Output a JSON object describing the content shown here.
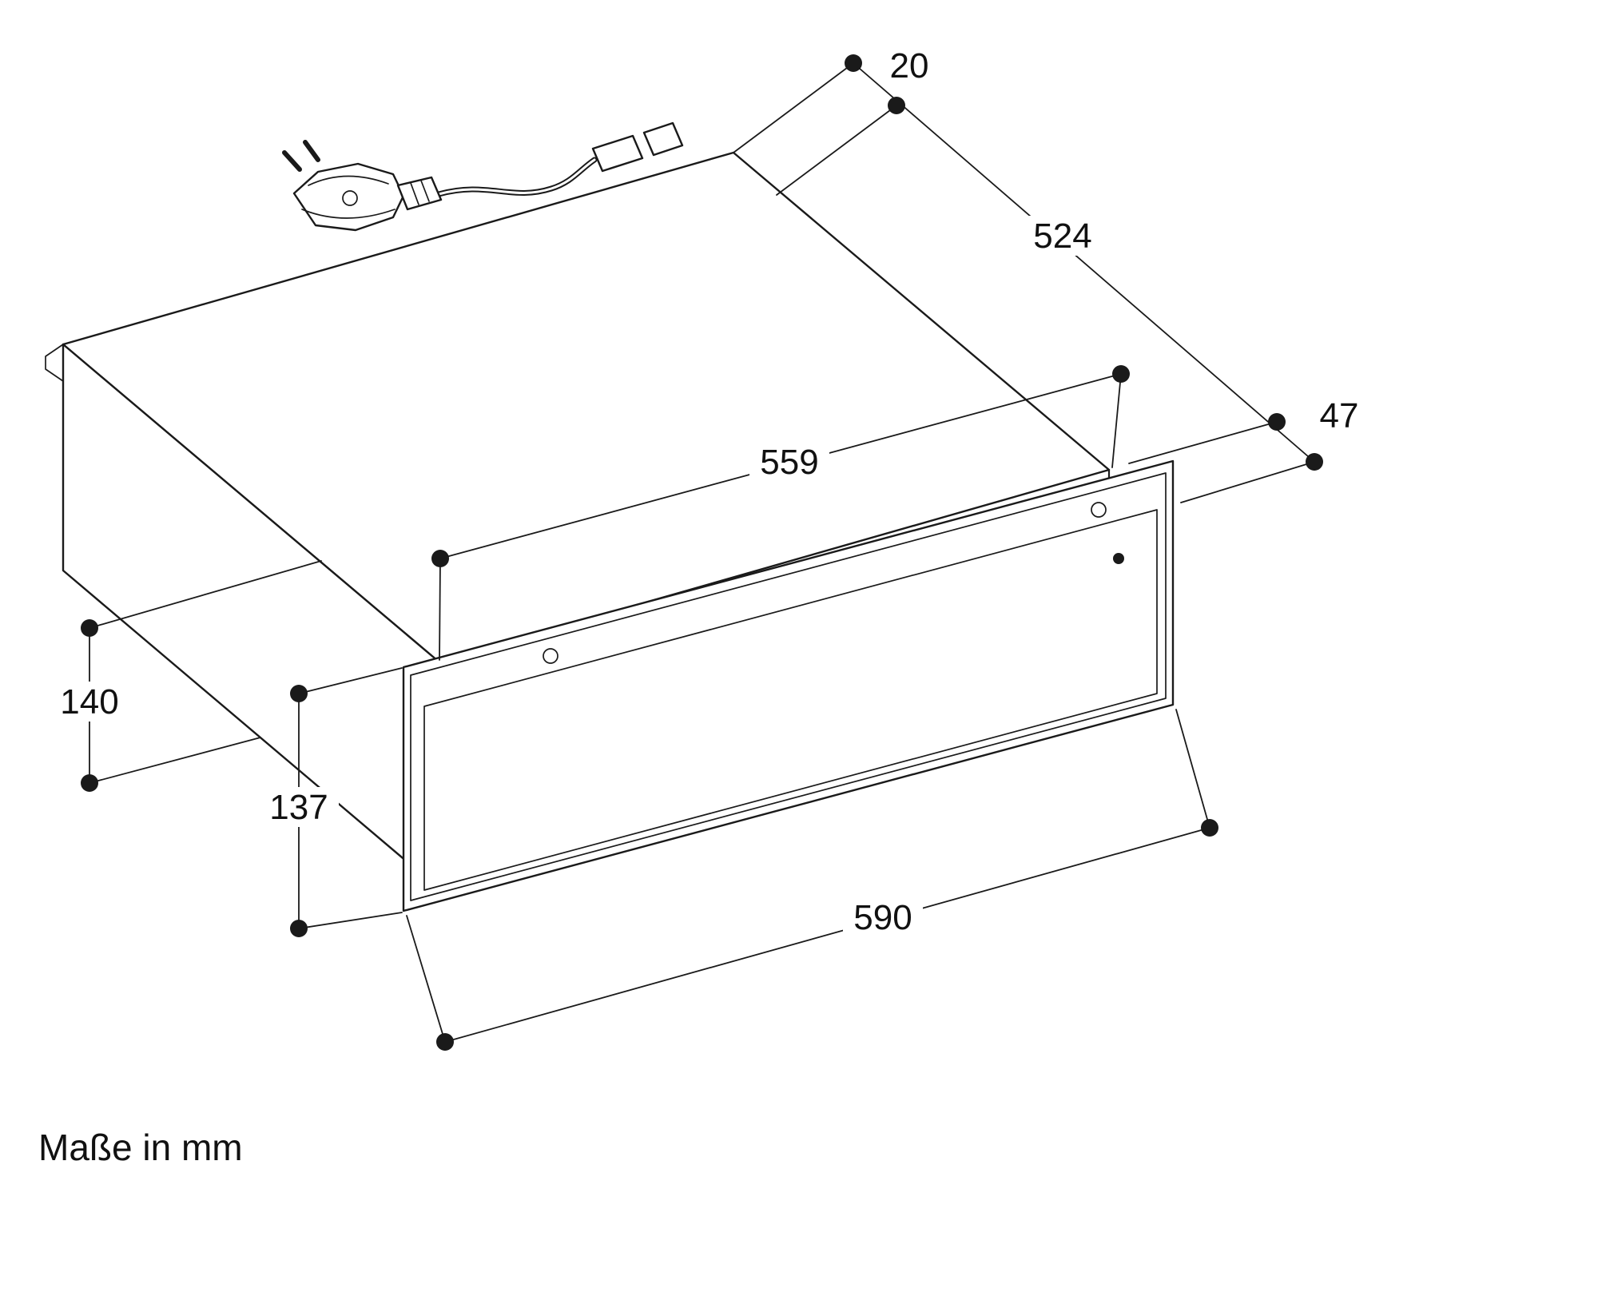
{
  "diagram": {
    "caption": "Maße in mm",
    "dimensions": {
      "rear_offset": "20",
      "body_depth": "524",
      "front_depth": "47",
      "body_width": "559",
      "body_height": "140",
      "front_panel_height": "137",
      "front_panel_width": "590"
    },
    "colors": {
      "line": "#1a1a1a",
      "background": "#ffffff"
    }
  }
}
